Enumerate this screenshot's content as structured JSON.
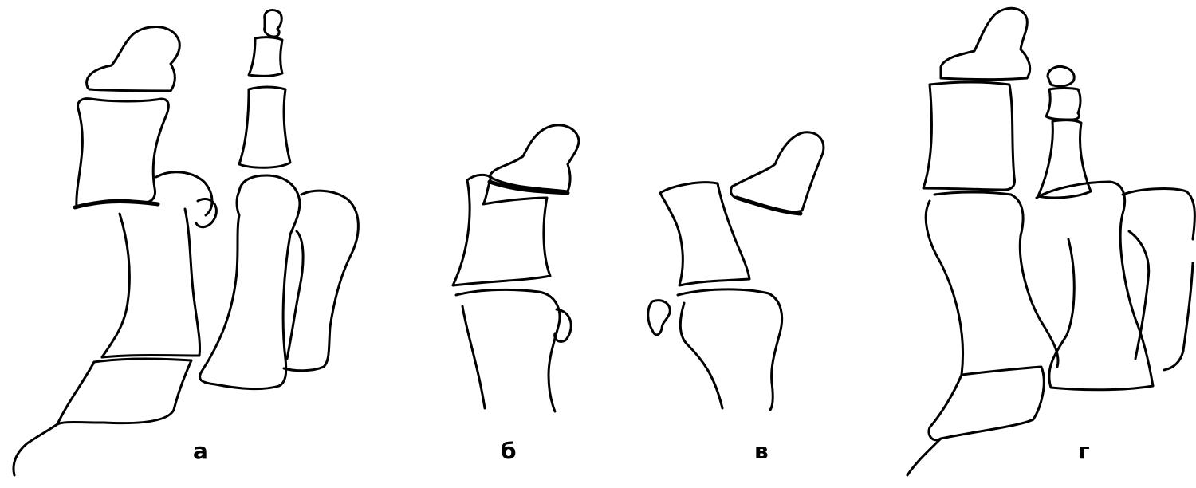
{
  "panels": [
    {
      "id": "a",
      "label": "а"
    },
    {
      "id": "b",
      "label": "б"
    },
    {
      "id": "v",
      "label": "в"
    },
    {
      "id": "g",
      "label": "г"
    }
  ],
  "colors": {
    "background": "#ffffff",
    "line": "#000000"
  }
}
